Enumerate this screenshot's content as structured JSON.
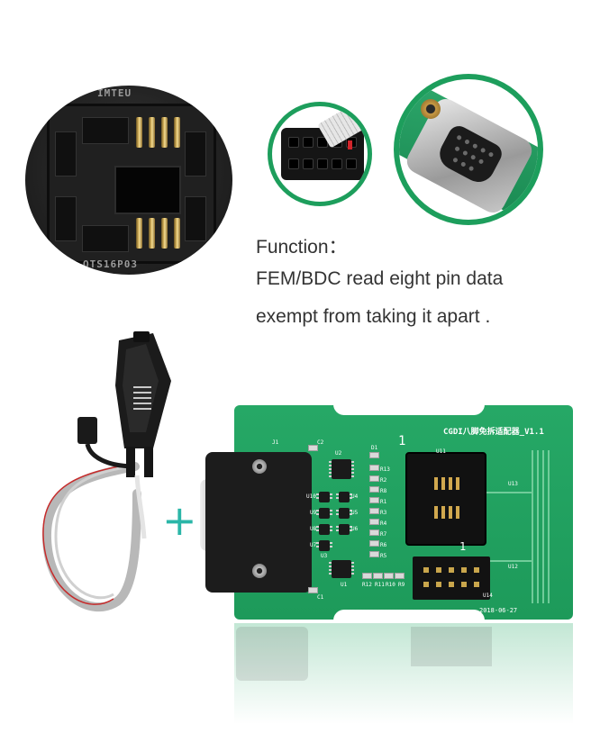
{
  "function_text": {
    "heading": "Function：",
    "line1": "FEM/BDC read eight pin data",
    "line2": "exempt from taking it apart ."
  },
  "socket_markings": {
    "top": "IMTEU",
    "bottom": "OTS16P03"
  },
  "board_labels": {
    "title": "CGDI八脚免拆适配器_V1.1",
    "date": "2018-06-27",
    "pin1_top": "1",
    "pin1_bottom": "1",
    "j1": "J1",
    "u2": "U2",
    "u11": "U11",
    "u10": "U10",
    "u9": "U9",
    "u8": "U8",
    "u7": "U7",
    "u6": "U6",
    "u5": "U5",
    "u4": "U4",
    "u3": "U3",
    "u1": "U1",
    "u12": "U12",
    "u13": "U13",
    "u14": "U14",
    "c1": "C1",
    "c2": "C2",
    "d1": "D1",
    "r12": "R12",
    "r11": "R11",
    "r10": "R10",
    "r9": "R9",
    "r1": "R1",
    "r2": "R2",
    "r3": "R3",
    "r4": "R4",
    "r5": "R5",
    "r6": "R6",
    "r7": "R7",
    "r8": "R8",
    "r13": "R13"
  },
  "colors": {
    "pcb_green": "#1d9a5a",
    "ring_green": "#1d9e5c",
    "plus_teal": "#2bb6a8",
    "text_dark": "#333333"
  }
}
